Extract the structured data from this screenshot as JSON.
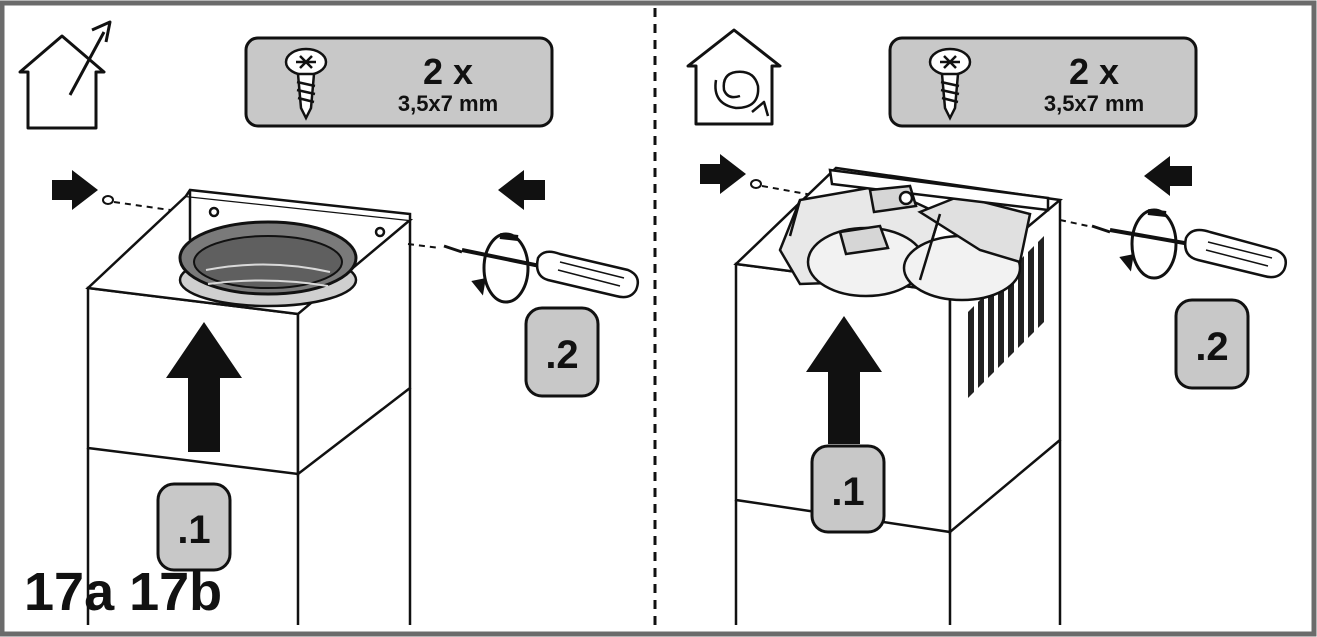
{
  "panels": [
    {
      "mode": "ducted-exhaust",
      "mode_icon": "house-exhaust-arrow-icon",
      "screw_box": {
        "count": "2 x",
        "size": "3,5x7 mm"
      },
      "step_1": ".1",
      "step_2": ".2"
    },
    {
      "mode": "recirculation",
      "mode_icon": "house-recirculation-icon",
      "screw_box": {
        "count": "2 x",
        "size": "3,5x7 mm"
      },
      "step_1": ".1",
      "step_2": ".2"
    }
  ],
  "figure_label": "17a 17b",
  "colors": {
    "frame": "#6b6b6b",
    "badge_fill": "#c8c8c8",
    "ink": "#111111"
  }
}
